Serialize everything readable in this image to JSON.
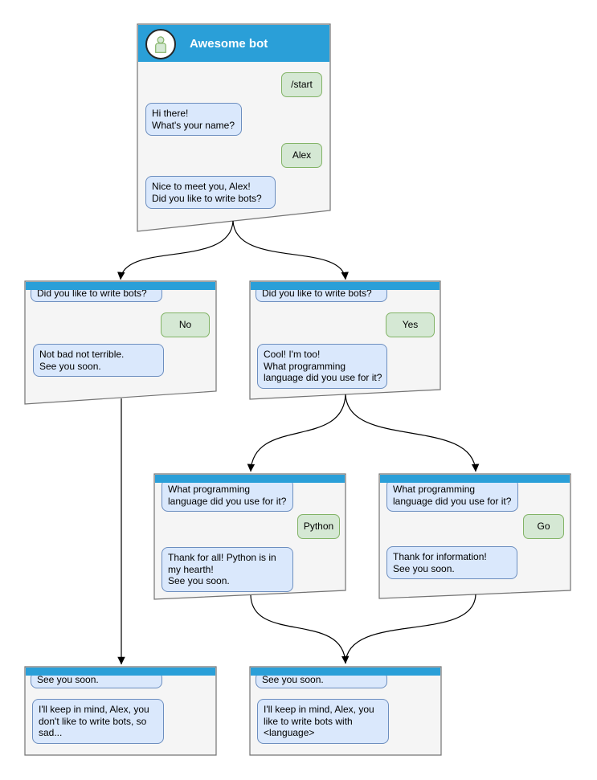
{
  "diagram_title": "Awesome bot",
  "colors": {
    "header_blue": "#2a9fd8",
    "window_background": "#f5f5f5",
    "window_border": "#737373",
    "bot_bubble_fill": "#dae8fc",
    "bot_bubble_border": "#6c8ebf",
    "user_bubble_fill": "#d5e8d4",
    "user_bubble_border": "#82b366",
    "connector": "#000000",
    "title_text": "#ffffff"
  },
  "windows": [
    {
      "id": "main",
      "title": "Awesome bot",
      "messages": [
        {
          "from": "user",
          "text": "/start"
        },
        {
          "from": "bot",
          "text": "Hi there!\nWhat's your name?"
        },
        {
          "from": "user",
          "text": "Alex"
        },
        {
          "from": "bot",
          "text": "Nice to meet you, Alex!\nDid you like to write bots?"
        }
      ]
    },
    {
      "id": "branch-no",
      "messages": [
        {
          "from": "bot",
          "text": "Did you like to write bots?"
        },
        {
          "from": "user",
          "text": "No"
        },
        {
          "from": "bot",
          "text": "Not bad not terrible.\nSee you soon."
        }
      ]
    },
    {
      "id": "branch-yes",
      "messages": [
        {
          "from": "bot",
          "text": "Did you like to write bots?"
        },
        {
          "from": "user",
          "text": "Yes"
        },
        {
          "from": "bot",
          "text": "Cool! I'm too!\nWhat programming\nlanguage did you use for it?"
        }
      ]
    },
    {
      "id": "lang-python",
      "messages": [
        {
          "from": "bot",
          "text": "What programming\nlanguage did you use for it?"
        },
        {
          "from": "user",
          "text": "Python"
        },
        {
          "from": "bot",
          "text": "Thank for all! Python is in\nmy hearth!\nSee you soon."
        }
      ]
    },
    {
      "id": "lang-go",
      "messages": [
        {
          "from": "bot",
          "text": "What programming\nlanguage did you use for it?"
        },
        {
          "from": "user",
          "text": "Go"
        },
        {
          "from": "bot",
          "text": "Thank for information!\nSee you soon."
        }
      ]
    },
    {
      "id": "end-no",
      "messages": [
        {
          "from": "bot",
          "text": "See you soon."
        },
        {
          "from": "bot",
          "text": "I'll keep in mind, Alex, you\ndon't like to write bots, so\nsad..."
        }
      ]
    },
    {
      "id": "end-yes",
      "messages": [
        {
          "from": "bot",
          "text": "See you soon."
        },
        {
          "from": "bot",
          "text": "I'll keep in mind, Alex, you\nlike to write bots with\n<language>"
        }
      ]
    }
  ]
}
